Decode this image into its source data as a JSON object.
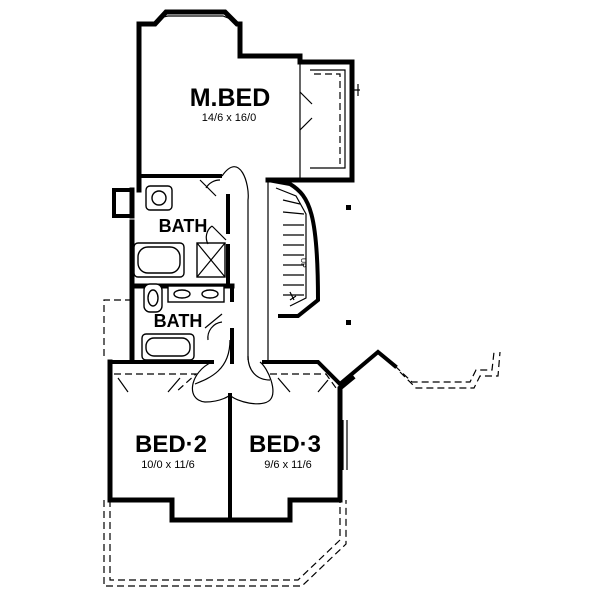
{
  "plan": {
    "rooms": [
      {
        "key": "mbed",
        "name": "M.BED",
        "dims": "14/6 x 16/0"
      },
      {
        "key": "bath1",
        "name": "BATH",
        "dims": ""
      },
      {
        "key": "bath2",
        "name": "BATH",
        "dims": ""
      },
      {
        "key": "bed2",
        "name": "BED·2",
        "dims": "10/0 x 11/6"
      },
      {
        "key": "bed3",
        "name": "BED·3",
        "dims": "9/6 x 11/6"
      }
    ],
    "stair_label": "UP"
  },
  "colors": {
    "line": "#000000",
    "background": "#ffffff"
  }
}
